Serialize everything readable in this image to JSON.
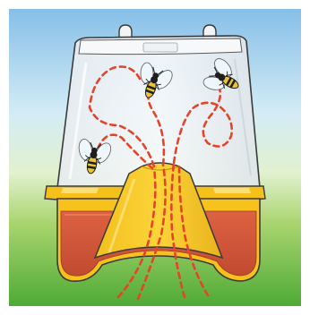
{
  "scene": {
    "subject": "wasp-trap",
    "colors": {
      "sky_top": "#8fc4ea",
      "sky_mid": "#d6eef6",
      "grass_top": "#bfe08a",
      "grass_bottom": "#5bb33c",
      "border": "#ffffff",
      "container": "#eef2f5",
      "container_stroke": "#3a3a3a",
      "lid": "#f4f6f8",
      "collar": "#f6c21a",
      "collar_dark": "#e0a812",
      "base_yellow": "#f7c41c",
      "liquid": "#d4583c",
      "liquid_dark": "#b8442c",
      "funnel": "#f9cf2a",
      "funnel_shadow": "#e8b418",
      "flight_path": "#e5432a",
      "wasp_body": "#1f1f1f",
      "wasp_stripe": "#e9c436",
      "wasp_wing": "#eef7fb"
    },
    "wasps": [
      {
        "name": "wasp-top-center"
      },
      {
        "name": "wasp-top-right"
      },
      {
        "name": "wasp-left"
      }
    ],
    "flight_paths": [
      {
        "name": "flight-path-left"
      },
      {
        "name": "flight-path-center"
      },
      {
        "name": "flight-path-right"
      },
      {
        "name": "flight-path-entry"
      }
    ]
  }
}
